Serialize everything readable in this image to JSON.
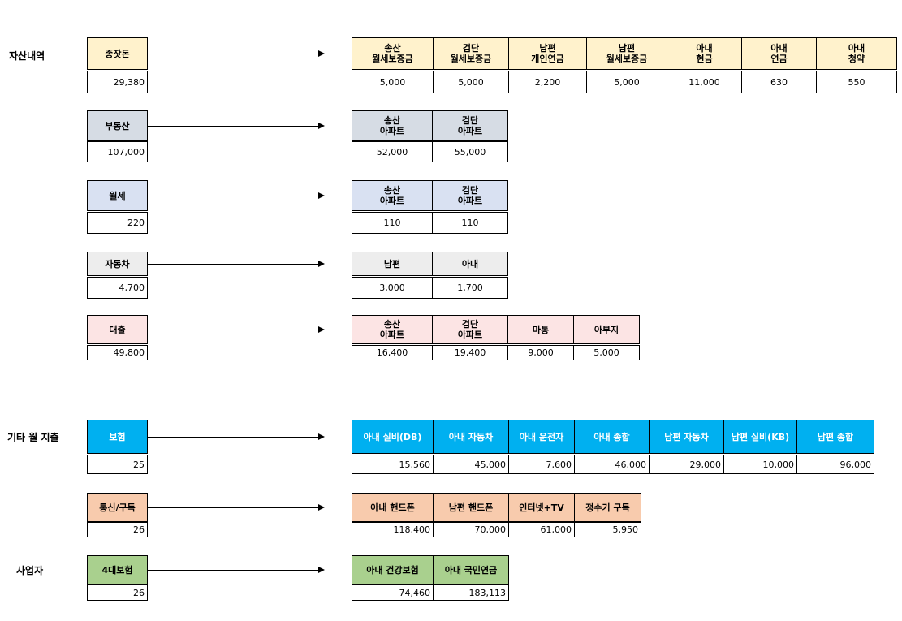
{
  "sections": [
    "자산내역",
    "기타 월 지출",
    "사업자"
  ],
  "rows": [
    {
      "name": "종잣돈",
      "total": "29,380",
      "color": "#FFF2CC",
      "items": [
        {
          "label": "송산\n월세보증금",
          "value": "5,000"
        },
        {
          "label": "검단\n월세보증금",
          "value": "5,000"
        },
        {
          "label": "남편\n개인연금",
          "value": "2,200"
        },
        {
          "label": "남편\n월세보증금",
          "value": "5,000"
        },
        {
          "label": "아내\n현금",
          "value": "11,000"
        },
        {
          "label": "아내\n연금",
          "value": "630"
        },
        {
          "label": "아내\n청약",
          "value": "550"
        }
      ]
    },
    {
      "name": "부동산",
      "total": "107,000",
      "color": "#D6DCE4",
      "items": [
        {
          "label": "송산\n아파트",
          "value": "52,000"
        },
        {
          "label": "검단\n아파트",
          "value": "55,000"
        }
      ]
    },
    {
      "name": "월세",
      "total": "220",
      "color": "#D9E1F2",
      "items": [
        {
          "label": "송산\n아파트",
          "value": "110"
        },
        {
          "label": "검단\n아파트",
          "value": "110"
        }
      ]
    },
    {
      "name": "자동차",
      "total": "4,700",
      "color": "#EDEDED",
      "items": [
        {
          "label": "남편",
          "value": "3,000"
        },
        {
          "label": "아내",
          "value": "1,700"
        }
      ]
    },
    {
      "name": "대출",
      "total": "49,800",
      "color": "#FCE4E4",
      "items": [
        {
          "label": "송산\n아파트",
          "value": "16,400"
        },
        {
          "label": "검단\n아파트",
          "value": "19,400"
        },
        {
          "label": "마통",
          "value": "9,000"
        },
        {
          "label": "아부지",
          "value": "5,000"
        }
      ]
    },
    {
      "name": "보험",
      "total": "25",
      "color": "#00B0F0",
      "items": [
        {
          "label": "아내 실비(DB)",
          "value": "15,560"
        },
        {
          "label": "아내 자동차",
          "value": "45,000"
        },
        {
          "label": "아내 운전자",
          "value": "7,600"
        },
        {
          "label": "아내 종합",
          "value": "46,000"
        },
        {
          "label": "남편 자동차",
          "value": "29,000"
        },
        {
          "label": "남편 실비(KB)",
          "value": "10,000"
        },
        {
          "label": "남편 종합",
          "value": "96,000"
        }
      ]
    },
    {
      "name": "통신/구독",
      "total": "26",
      "color": "#F8CBAD",
      "items": [
        {
          "label": "아내 핸드폰",
          "value": "118,400"
        },
        {
          "label": "남편 핸드폰",
          "value": "70,000"
        },
        {
          "label": "인터넷+TV",
          "value": "61,000"
        },
        {
          "label": "정수기 구독",
          "value": "5,950"
        }
      ]
    },
    {
      "name": "4대보험",
      "total": "26",
      "color": "#A9D08E",
      "items": [
        {
          "label": "아내 건강보험",
          "value": "74,460"
        },
        {
          "label": "아내 국민연금",
          "value": "183,113"
        }
      ]
    }
  ]
}
